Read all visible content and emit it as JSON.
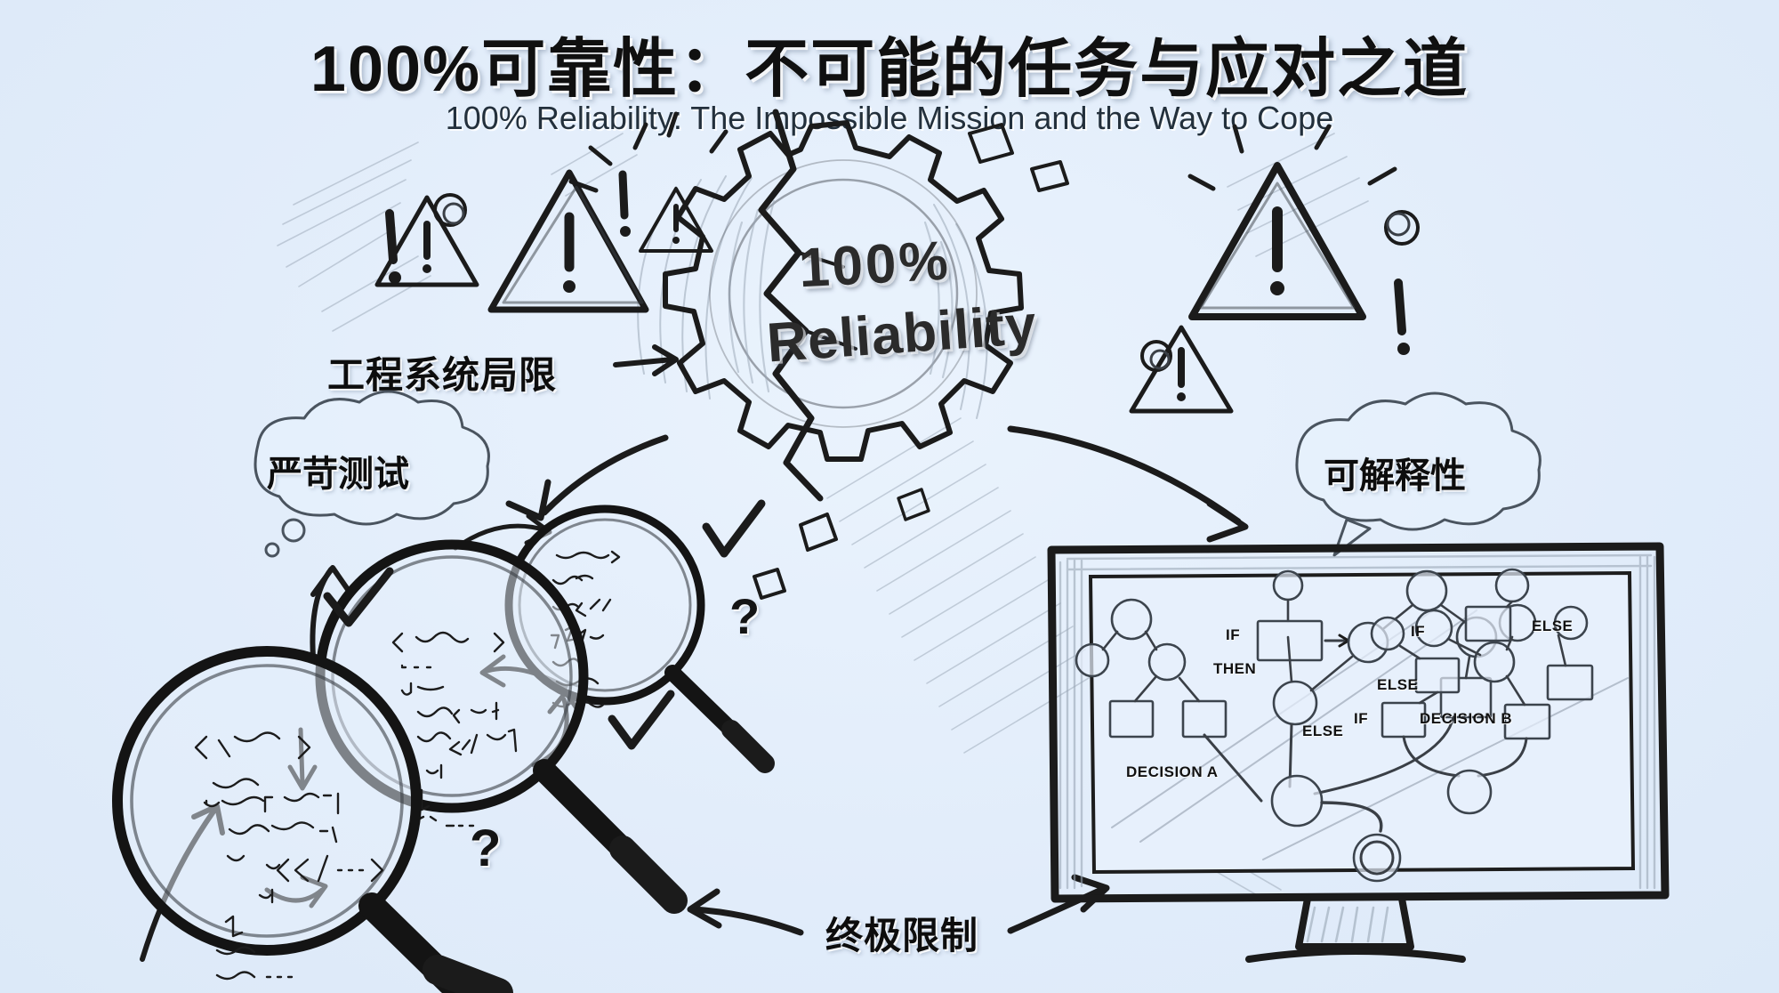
{
  "header": {
    "title_cn": "100%可靠性：不可能的任务与应对之道",
    "subtitle_en": "100% Reliability: The Impossible Mission and the Way to Cope"
  },
  "center": {
    "gear_text_line1": "100%",
    "gear_text_line2": "Reliability"
  },
  "labels": {
    "engineering_limits": "工程系统局限",
    "rigorous_testing": "严苛测试",
    "interpretability": "可解释性",
    "ultimate_limit": "终极限制"
  },
  "flowchart": {
    "left_tree": {
      "if": "IF",
      "then": "THEN",
      "else_mid": "ELSE",
      "else_right": "ELSE",
      "decision": "DECISION A"
    },
    "right_tree": {
      "if_top": "IF",
      "else_top": "ELSE",
      "if_bottom": "IF",
      "decision": "DECISION B"
    }
  },
  "marks": {
    "check": "✓",
    "question": "?",
    "exclaim": "!"
  },
  "palette": {
    "background": "#e3eefb",
    "ink": "#1b1b1b",
    "soft_ink": "#4a545f",
    "screen": "#e7f0fc"
  }
}
